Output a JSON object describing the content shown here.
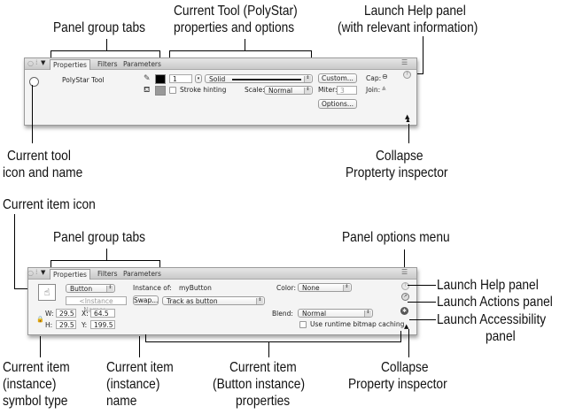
{
  "figure": {
    "top": {
      "callouts": {
        "panel_group_tabs": "Panel group tabs",
        "current_tool_line1": "Current Tool (PolyStar)",
        "current_tool_line2": "properties and options",
        "launch_help_line1": "Launch Help panel",
        "launch_help_line2": "(with relevant information)",
        "current_tool_icon_line1": "Current tool",
        "current_tool_icon_line2": "icon and name",
        "collapse_line1": "Collapse",
        "collapse_line2": "Propterty inspector"
      },
      "panel": {
        "tabs": [
          {
            "label": "Properties",
            "active": true
          },
          {
            "label": "Filters",
            "active": false
          },
          {
            "label": "Parameters",
            "active": false
          }
        ],
        "tool_name": "PolyStar Tool",
        "stroke_width": "1",
        "stroke_style": "Solid",
        "stroke_hinting_label": "Stroke hinting",
        "scale_label": "Scale:",
        "scale_value": "Normal",
        "custom_button": "Custom...",
        "cap_label": "Cap:",
        "miter_label": "Miter:",
        "miter_value": "3",
        "join_label": "Join:",
        "options_button": "Options...",
        "stroke_color": "#000000",
        "fill_color": "#888888"
      }
    },
    "bottom": {
      "callouts": {
        "current_item_icon": "Current item icon",
        "panel_group_tabs": "Panel group tabs",
        "panel_options_menu": "Panel options menu",
        "launch_help": "Launch Help panel",
        "launch_actions": "Launch Actions panel",
        "launch_accessibility_line1": "Launch Accessibility",
        "launch_accessibility_line2": "panel",
        "symbol_type_line1": "Current item",
        "symbol_type_line2": "(instance)",
        "symbol_type_line3": "symbol type",
        "instance_name_line1": "Current item",
        "instance_name_line2": "(instance)",
        "instance_name_line3": "name",
        "button_props_line1": "Current item",
        "button_props_line2": "(Button instance)",
        "button_props_line3": "properties",
        "collapse_line1": "Collapse",
        "collapse_line2": "Property inspector"
      },
      "panel": {
        "tabs": [
          {
            "label": "Properties",
            "active": true
          },
          {
            "label": "Filters",
            "active": false
          },
          {
            "label": "Parameters",
            "active": false
          }
        ],
        "symbol_type": "Button",
        "instance_of_label": "Instance of:",
        "instance_of_value": "myButton",
        "instance_name_placeholder": "<Instance Name>",
        "swap_button": "Swap...",
        "track_value": "Track as button",
        "color_label": "Color:",
        "color_value": "None",
        "blend_label": "Blend:",
        "blend_value": "Normal",
        "bitmap_caching_label": "Use runtime bitmap caching",
        "w_label": "W:",
        "w_value": "29.5",
        "h_label": "H:",
        "h_value": "29.5",
        "x_label": "X:",
        "x_value": "64.5",
        "y_label": "Y:",
        "y_value": "199.5"
      }
    }
  }
}
